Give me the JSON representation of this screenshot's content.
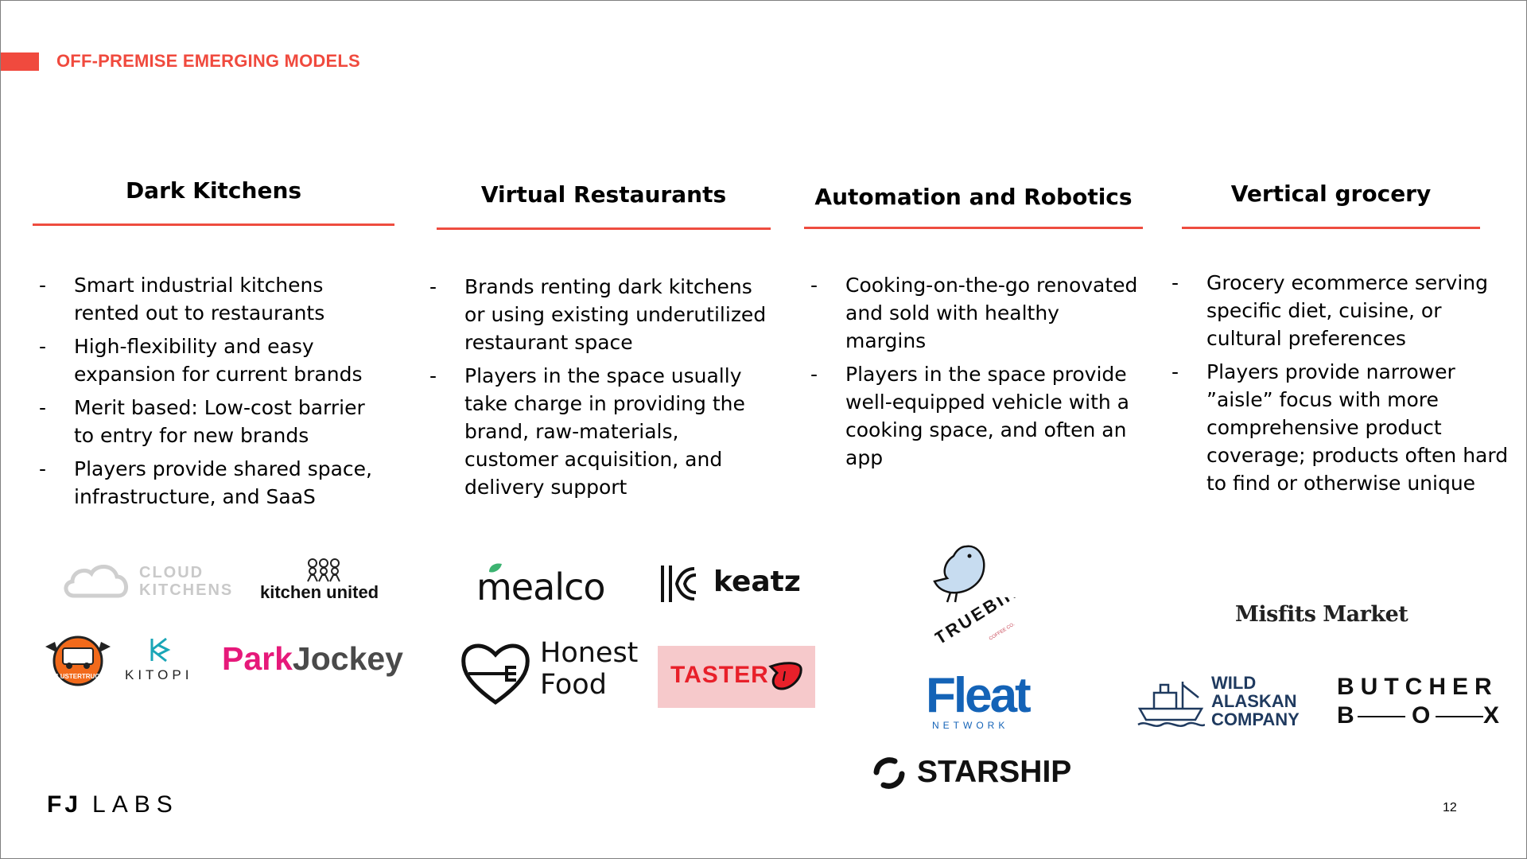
{
  "slide": {
    "title": "OFF-PREMISE EMERGING MODELS",
    "accent_color": "#f04a3e",
    "page_number": "12",
    "footer": {
      "brand_bold": "FJ",
      "brand_light": "LABS"
    }
  },
  "columns": [
    {
      "heading": "Dark Kitchens",
      "bullets": [
        "Smart industrial kitchens rented out to restaurants",
        "High-flexibility and easy expansion for current brands",
        "Merit based: Low-cost barrier to entry for new brands",
        "Players provide shared space, infrastructure, and SaaS"
      ]
    },
    {
      "heading": "Virtual Restaurants",
      "bullets": [
        "Brands renting dark kitchens or using existing underutilized restaurant space",
        "Players in the space usually take charge in providing the brand, raw-materials, customer acquisition, and delivery support"
      ]
    },
    {
      "heading": "Automation and Robotics",
      "bullets": [
        "Cooking-on-the-go renovated and sold with healthy margins",
        "Players in the space provide well-equipped vehicle with a cooking space, and often an app"
      ]
    },
    {
      "heading": "Vertical grocery",
      "bullets": [
        "Grocery ecommerce serving specific diet, cuisine, or cultural preferences",
        "Players provide narrower ”aisle” focus with more comprehensive product coverage; products often hard to find or otherwise unique"
      ]
    }
  ],
  "logos": {
    "cloud_kitchens": {
      "line1": "CLOUD",
      "line2": "KITCHENS",
      "icon": "cloud-icon"
    },
    "kitchen_united": {
      "text": "kitchen united",
      "icon": "chefs-icon"
    },
    "clustertruck": {
      "text": "CLUSTERTRUCK",
      "icon": "truck-badge-icon"
    },
    "kitopi": {
      "text": "KITOPI",
      "icon": "k-icon"
    },
    "parkjockey": {
      "part1": "Park",
      "part2": "Jockey"
    },
    "mealco": {
      "text": "mealco",
      "icon": "leaf-icon"
    },
    "keatz": {
      "text": "keatz",
      "icon": "keatz-mark-icon"
    },
    "honest_food": {
      "line1": "Honest",
      "line2": "Food",
      "icon": "heart-fork-icon"
    },
    "taster": {
      "text": "TASTER",
      "icon": "tongue-icon"
    },
    "truebird": {
      "text": "TRUEBIRD",
      "sub": "COFFEE CO.",
      "icon": "bird-icon"
    },
    "fleat": {
      "text": "Fleat",
      "sub": "NETWORK"
    },
    "starship": {
      "text": "STARSHIP",
      "icon": "starship-icon"
    },
    "misfits": {
      "text": "Misfits Market"
    },
    "wild_alaskan": {
      "line1": "WILD",
      "line2": "ALASKAN",
      "line3": "COMPANY",
      "icon": "boat-icon"
    },
    "butcherbox": {
      "line1": "BUTCHER",
      "l2a": "B",
      "l2b": "O",
      "l2c": "X"
    }
  },
  "colors": {
    "parkjockey_pink": "#e6197a",
    "parkjockey_gray": "#4a4a4a",
    "mealco_green": "#3cb371",
    "taster_bg": "#f6c9cb",
    "taster_red": "#e8202a",
    "fleat_blue": "#1463b7",
    "truebird_blue": "#c7dcf0"
  }
}
